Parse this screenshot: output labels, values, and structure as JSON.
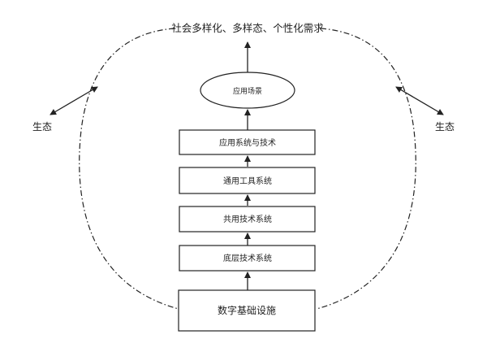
{
  "top_label": "社会多样化、多样态、个性化需求",
  "ellipse_label": "应用场景",
  "boxes": [
    "应用系统与技术",
    "通用工具系统",
    "共用技术系统",
    "底层技术系统"
  ],
  "base_label": "数字基础设施",
  "left_label": "生态",
  "right_label": "生态"
}
